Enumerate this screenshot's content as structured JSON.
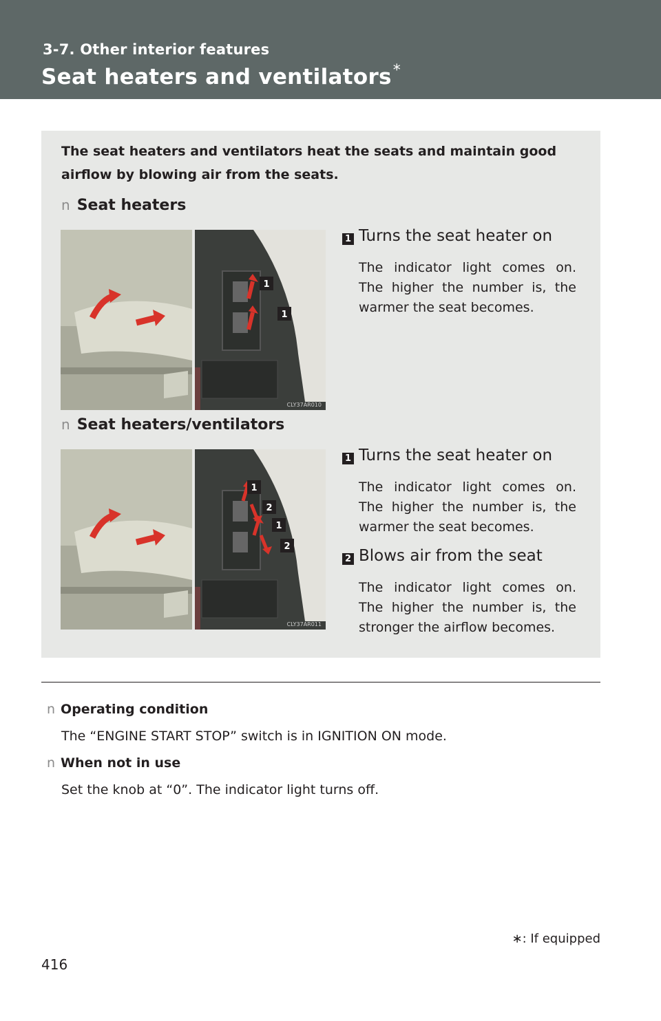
{
  "header": {
    "section": "3-7. Other interior features",
    "title": "Seat heaters and ventilators",
    "title_mark": "*"
  },
  "intro": "The seat heaters and ventilators heat the seats and maintain good airflow by blowing air from the seats.",
  "bullet_glyph": "n",
  "sections": [
    {
      "title": "Seat heaters",
      "image_caption": "CLY37AR010",
      "items": [
        {
          "num": "1",
          "heading": "Turns the seat heater on",
          "desc": "The indicator light comes on. The higher the number is, the warmer the seat becomes."
        }
      ]
    },
    {
      "title": "Seat heaters/ventilators",
      "image_caption": "CLY37AR011",
      "items": [
        {
          "num": "1",
          "heading": "Turns the seat heater on",
          "desc": "The indicator light comes on. The higher the number is, the warmer the seat becomes."
        },
        {
          "num": "2",
          "heading": "Blows air from the seat",
          "desc": "The indicator light comes on. The higher the number is, the stronger the airflow becomes."
        }
      ]
    }
  ],
  "notes": [
    {
      "title": "Operating condition",
      "text": "The “ENGINE START STOP” switch is in IGNITION ON mode."
    },
    {
      "title": "When not in use",
      "text": "Set the knob at “0”. The indicator light turns off."
    }
  ],
  "footnote": "∗: If equipped",
  "page_number": "416"
}
